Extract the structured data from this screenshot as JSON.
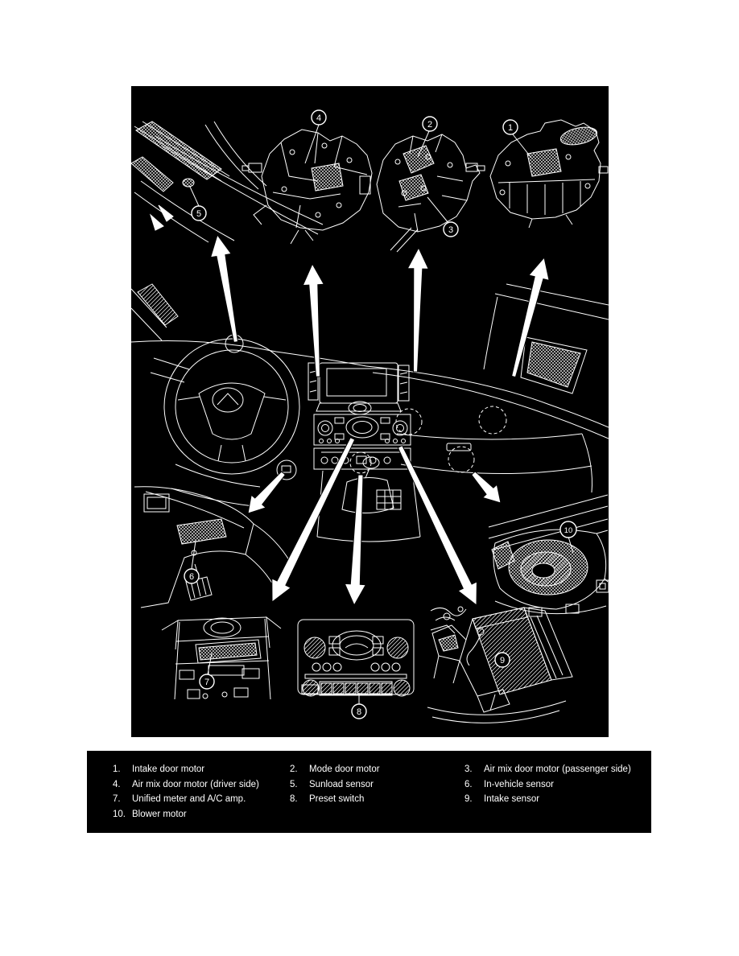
{
  "page": {
    "background": "#ffffff"
  },
  "diagram": {
    "background": "#000000",
    "ink": "#ffffff",
    "callouts": [
      "1",
      "2",
      "3",
      "4",
      "5",
      "6",
      "7",
      "8",
      "9",
      "10"
    ]
  },
  "legend": {
    "items": [
      {
        "number": "1.",
        "label": "Intake door motor"
      },
      {
        "number": "2.",
        "label": "Mode door motor"
      },
      {
        "number": "3.",
        "label": "Air mix door motor (passenger side)"
      },
      {
        "number": "4.",
        "label": "Air mix door motor (driver side)"
      },
      {
        "number": "5.",
        "label": "Sunload sensor"
      },
      {
        "number": "6.",
        "label": "In-vehicle sensor"
      },
      {
        "number": "7.",
        "label": "Unified meter and A/C amp."
      },
      {
        "number": "8.",
        "label": "Preset switch"
      },
      {
        "number": "9.",
        "label": "Intake sensor"
      },
      {
        "number": "10.",
        "label": "Blower motor"
      }
    ]
  }
}
